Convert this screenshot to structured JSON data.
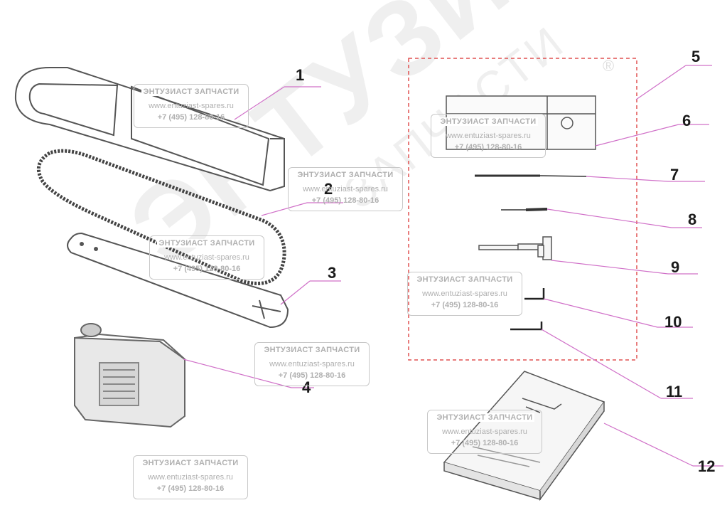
{
  "watermark": {
    "big_text": "ЭНТУЗИАСТ!",
    "small_text": "ЗАПЧАСТИ",
    "registered": "®",
    "boxes": [
      {
        "title": "ЭНТУЗИАСТ ЗАПЧАСТИ",
        "url": "www.entuziast-spares.ru",
        "phone": "+7 (495) 128-80-16"
      },
      {
        "title": "ЭНТУЗИАСТ ЗАПЧАСТИ",
        "url": "www.entuziast-spares.ru",
        "phone": "+7 (495) 128-80-16"
      },
      {
        "title": "ЭНТУЗИАСТ ЗАПЧАСТИ",
        "url": "www.entuziast-spares.ru",
        "phone": "+7 (495) 128-80-16"
      },
      {
        "title": "ЭНТУЗИАСТ ЗАПЧАСТИ",
        "url": "www.entuziast-spares.ru",
        "phone": "+7 (495) 128-80-16"
      },
      {
        "title": "ЭНТУЗИАСТ ЗАПЧАСТИ",
        "url": "www.entuziast-spares.ru",
        "phone": "+7 (495) 128-80-16"
      },
      {
        "title": "ЭНТУЗИАСТ ЗАПЧАСТИ",
        "url": "www.entuziast-spares.ru",
        "phone": "+7 (495) 128-80-16"
      },
      {
        "title": "ЭНТУЗИАСТ ЗАПЧАСТИ",
        "url": "www.entuziast-spares.ru",
        "phone": "+7 (495) 128-80-16"
      },
      {
        "title": "ЭНТУЗИАСТ ЗАПЧАСТИ",
        "url": "www.entuziast-spares.ru",
        "phone": "+7 (495) 128-80-16"
      }
    ]
  },
  "callouts": [
    "1",
    "2",
    "3",
    "4",
    "5",
    "6",
    "7",
    "8",
    "9",
    "10",
    "11",
    "12"
  ],
  "colors": {
    "leader_line": "#d070c8",
    "kit_border": "#e05050",
    "part_outline": "#555555"
  },
  "parts": [
    {
      "number": "1",
      "icon": "bar-cover-icon"
    },
    {
      "number": "2",
      "icon": "saw-chain-icon"
    },
    {
      "number": "3",
      "icon": "guide-bar-icon"
    },
    {
      "number": "4",
      "icon": "oil-bottle-icon"
    },
    {
      "number": "5",
      "icon": "tool-kit-icon"
    },
    {
      "number": "6",
      "icon": "tool-bag-icon"
    },
    {
      "number": "7",
      "icon": "round-file-icon"
    },
    {
      "number": "8",
      "icon": "screwdriver-icon"
    },
    {
      "number": "9",
      "icon": "spark-plug-wrench-icon"
    },
    {
      "number": "10",
      "icon": "hex-key-large-icon"
    },
    {
      "number": "11",
      "icon": "hex-key-small-icon"
    },
    {
      "number": "12",
      "icon": "manual-icon"
    }
  ]
}
